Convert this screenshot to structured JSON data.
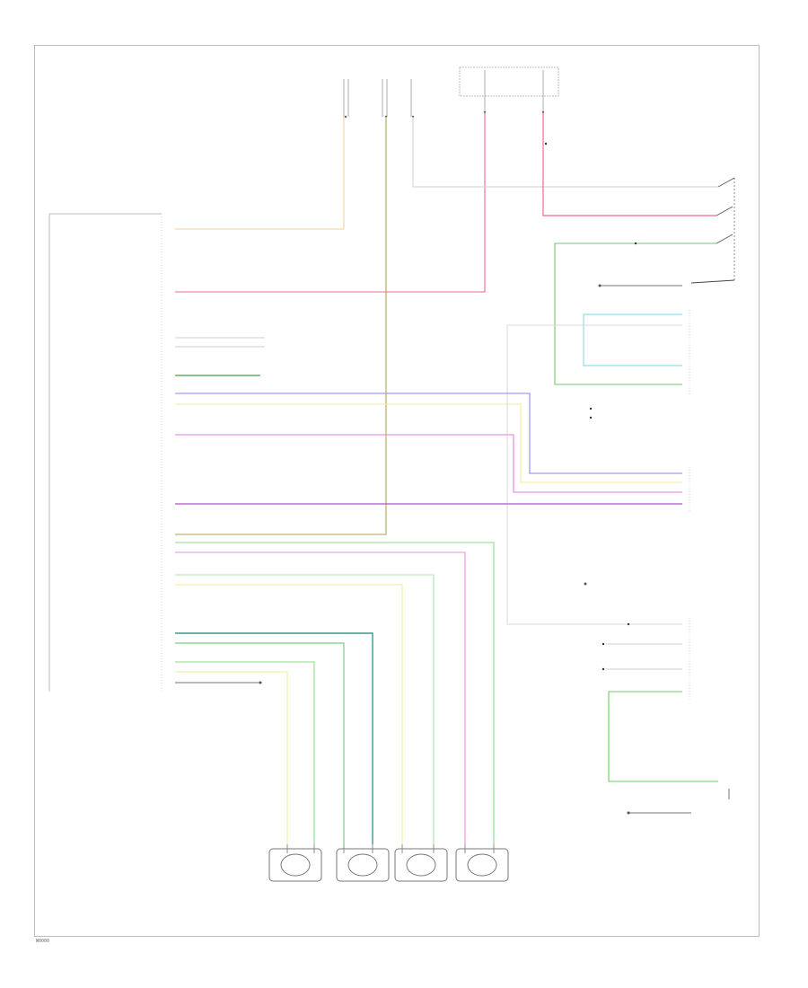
{
  "diagram": {
    "footer_id": "W0000"
  },
  "colors": {
    "frame": "#bdbdbd",
    "wire_gray": "#c8c8c8",
    "dark": "#333333"
  },
  "wires": [
    {
      "id": "w-yel-fuse",
      "color": "#f0dca0"
    },
    {
      "id": "w-tan",
      "color": "#c9c08a"
    },
    {
      "id": "w-pink-red",
      "color": "#ee6a8a"
    },
    {
      "id": "w-gray",
      "color": "#cfcfcf"
    },
    {
      "id": "w-green",
      "color": "#6cc86c"
    },
    {
      "id": "w-lightblue",
      "color": "#8ee0e8"
    },
    {
      "id": "w-blue",
      "color": "#8a8ae8"
    },
    {
      "id": "w-lightyellow",
      "color": "#f0ea9a"
    },
    {
      "id": "w-magenta",
      "color": "#e878e0"
    },
    {
      "id": "w-purple",
      "color": "#b050d0"
    },
    {
      "id": "w-teal",
      "color": "#3a9a8a"
    },
    {
      "id": "w-lightgreen",
      "color": "#a8e8a8"
    }
  ]
}
